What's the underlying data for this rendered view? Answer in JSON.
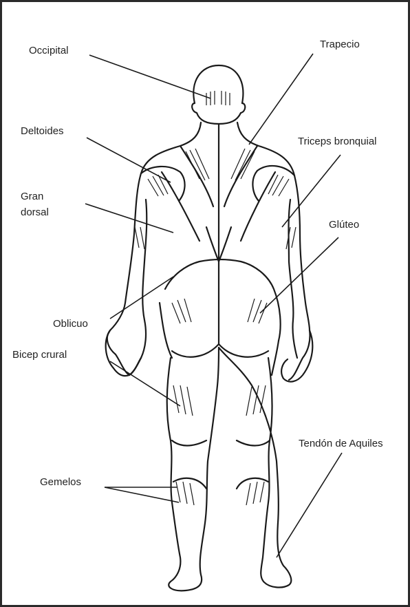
{
  "labels": {
    "occipital": "Occipital",
    "trapecio": "Trapecio",
    "deltoides": "Deltoides",
    "triceps": "Triceps bronquial",
    "gran_dorsal_1": "Gran",
    "gran_dorsal_2": "dorsal",
    "gluteo": "Glúteo",
    "oblicuo": "Oblicuo",
    "bicep_crural": "Bicep crural",
    "tendon": "Tendón de Aquiles",
    "gemelos": "Gemelos"
  }
}
